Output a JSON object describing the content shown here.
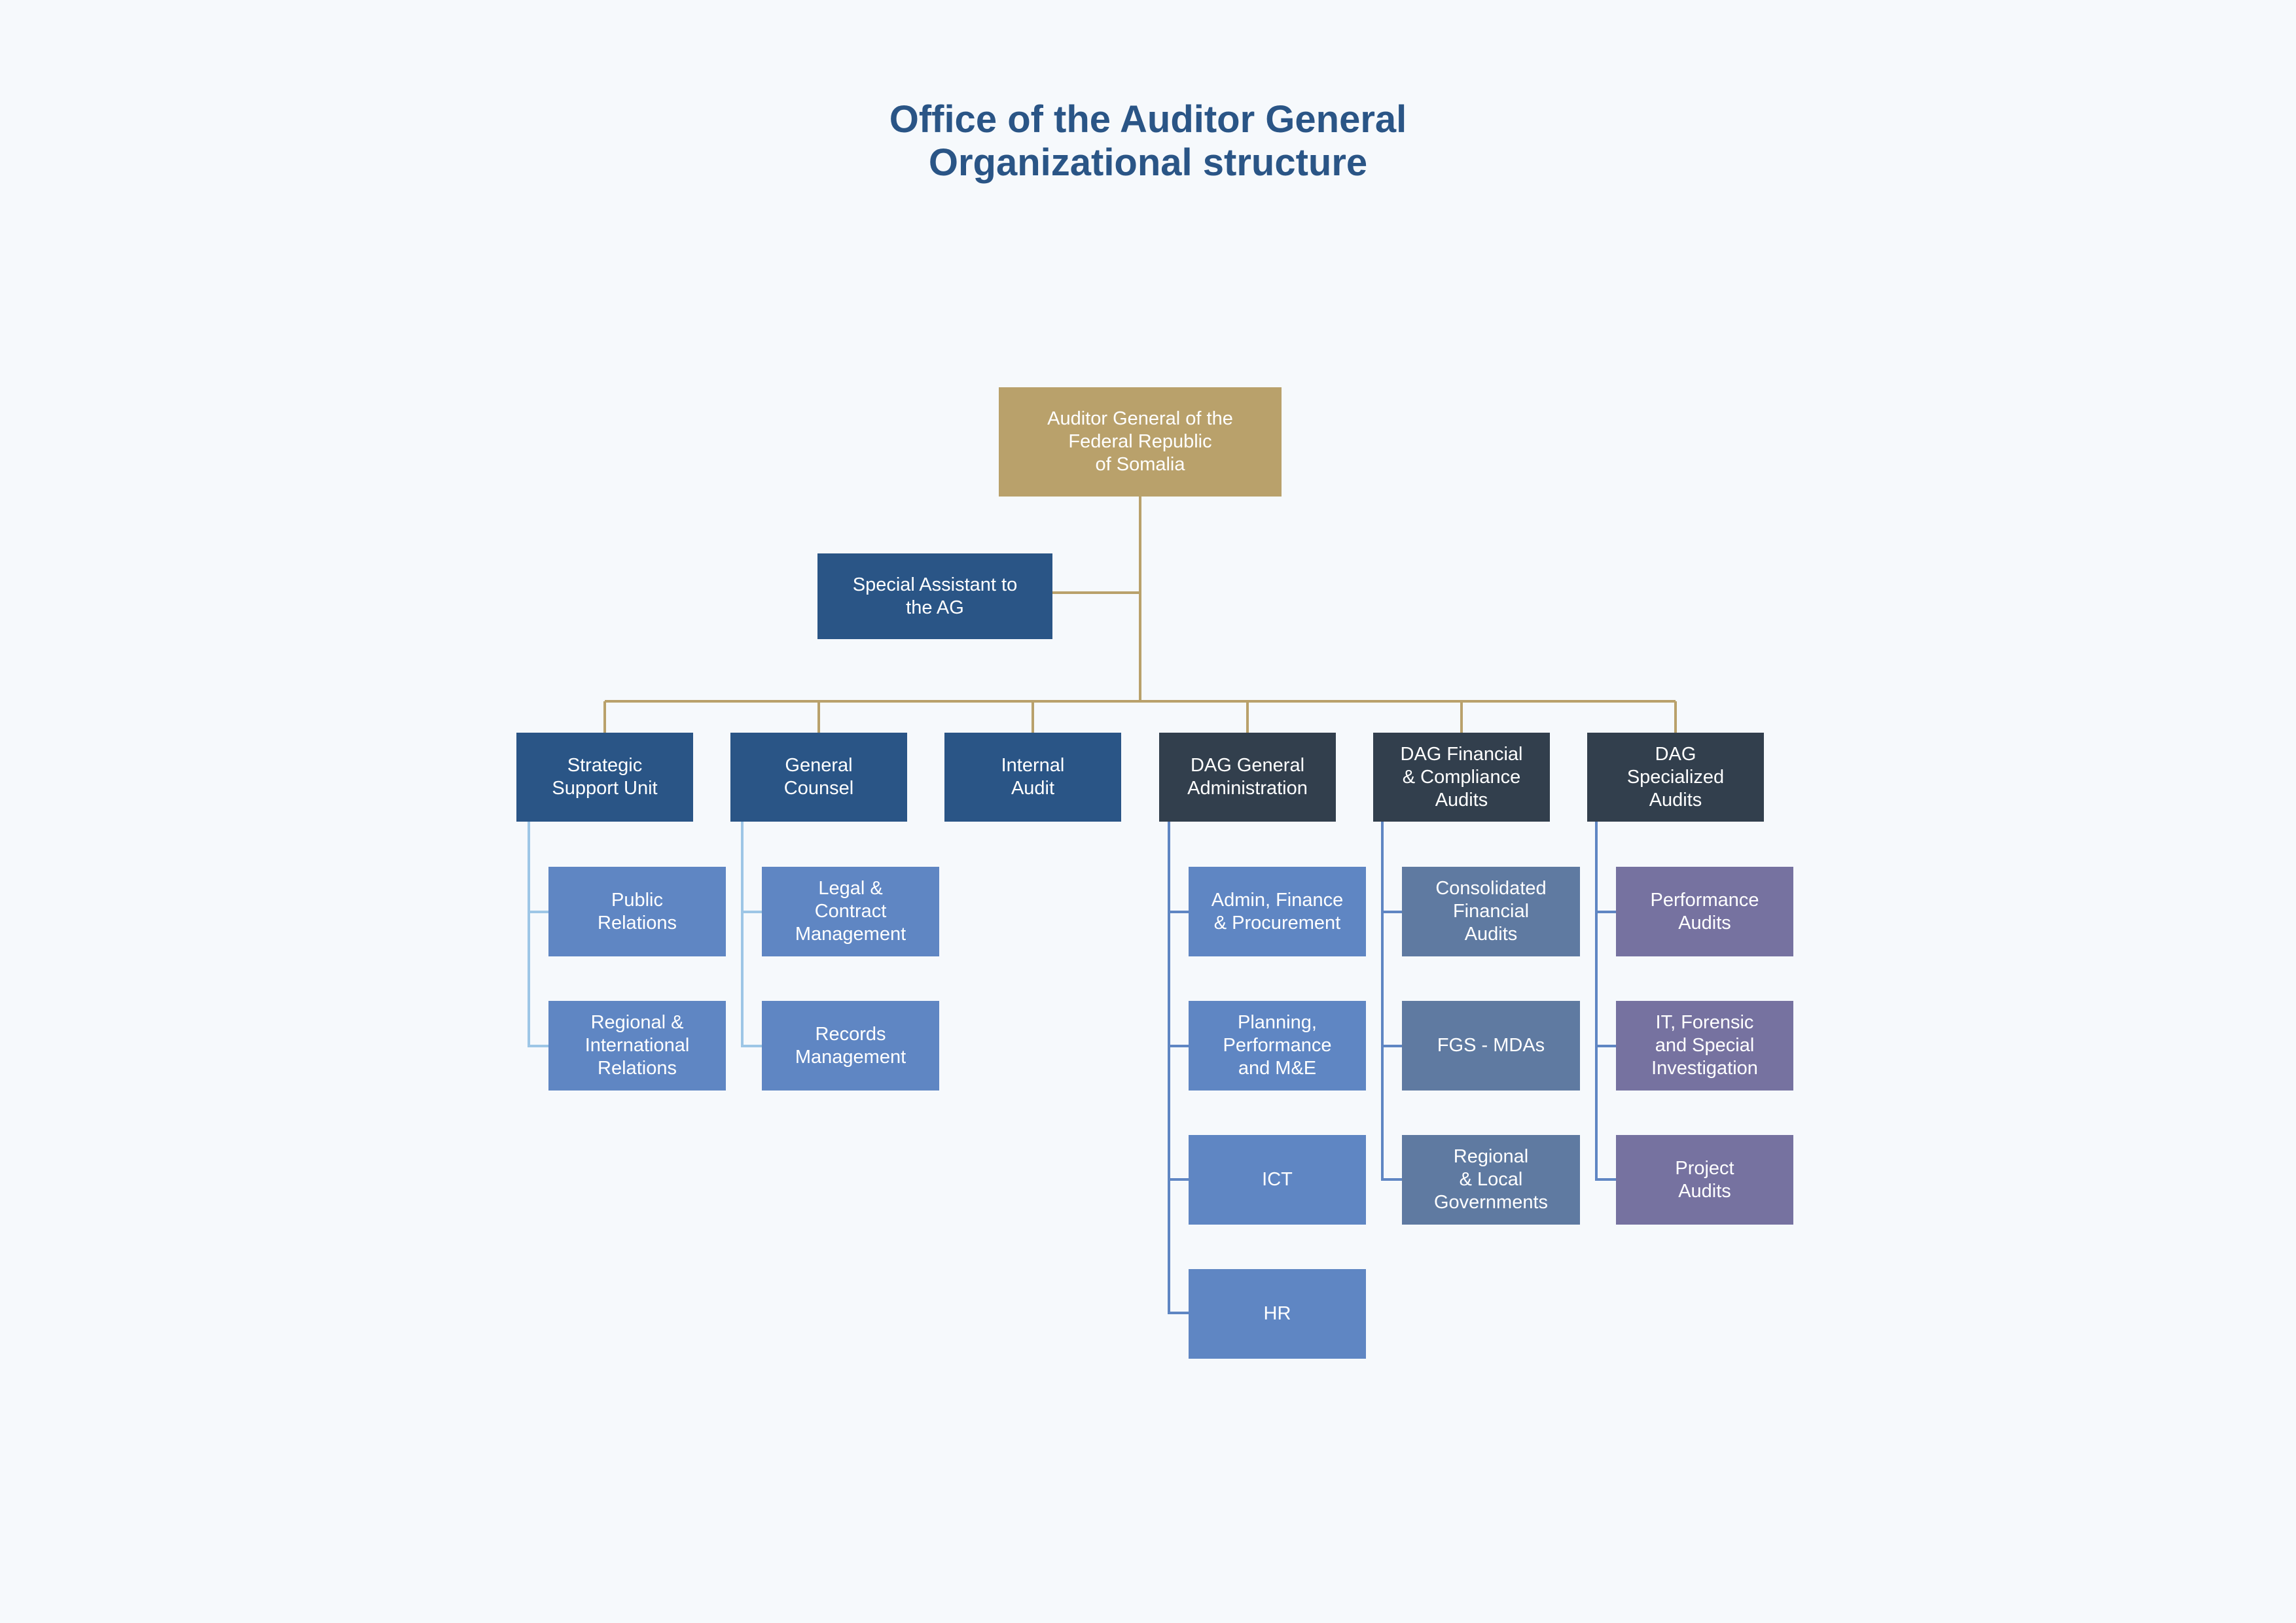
{
  "title": {
    "line1": "Office of the Auditor General",
    "line2": "Organizational structure"
  },
  "colors": {
    "gold": "#b9a16b",
    "navy": "#2a5586",
    "charcoal": "#323f4d",
    "blue": "#5f86c3",
    "slate": "#5f7aa1",
    "purple": "#7672a0",
    "gold_line": "#b9a16b",
    "blue_line": "#5f86c3",
    "light_line": "#9dc6e6"
  },
  "nodes": {
    "ag": "Auditor General of the\nFederal Republic\nof Somalia",
    "special_assistant": "Special Assistant to\nthe AG",
    "strategic_support": "Strategic\nSupport Unit",
    "general_counsel": "General\nCounsel",
    "internal_audit": "Internal\nAudit",
    "dag_admin": "DAG General\nAdministration",
    "dag_financial": "DAG Financial\n& Compliance\nAudits",
    "dag_specialized": "DAG\nSpecialized\nAudits",
    "public_relations": "Public\nRelations",
    "regional_international": "Regional &\nInternational\nRelations",
    "legal_contract": "Legal &\nContract\nManagement",
    "records_management": "Records\nManagement",
    "admin_finance": "Admin, Finance\n& Procurement",
    "planning_performance": "Planning,\nPerformance\nand M&E",
    "ict": "ICT",
    "hr": "HR",
    "consolidated_financial": "Consolidated\nFinancial\nAudits",
    "fgs_mdas": "FGS - MDAs",
    "regional_local": "Regional\n& Local\nGovernments",
    "performance_audits": "Performance\nAudits",
    "it_forensic": "IT, Forensic\nand Special\nInvestigation",
    "project_audits": "Project\nAudits"
  }
}
